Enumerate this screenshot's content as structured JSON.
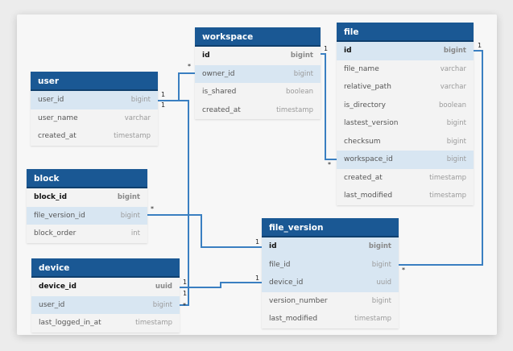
{
  "tables": {
    "user": {
      "title": "user",
      "fields": [
        {
          "name": "user_id",
          "type": "bigint",
          "highlight": true,
          "pk": false
        },
        {
          "name": "user_name",
          "type": "varchar",
          "highlight": false,
          "pk": false
        },
        {
          "name": "created_at",
          "type": "timestamp",
          "highlight": false,
          "pk": false
        }
      ]
    },
    "workspace": {
      "title": "workspace",
      "fields": [
        {
          "name": "id",
          "type": "bigint",
          "highlight": false,
          "pk": true
        },
        {
          "name": "owner_id",
          "type": "bigint",
          "highlight": true,
          "pk": false
        },
        {
          "name": "is_shared",
          "type": "boolean",
          "highlight": false,
          "pk": false
        },
        {
          "name": "created_at",
          "type": "timestamp",
          "highlight": false,
          "pk": false
        }
      ]
    },
    "file": {
      "title": "file",
      "fields": [
        {
          "name": "id",
          "type": "bigint",
          "highlight": true,
          "pk": true
        },
        {
          "name": "file_name",
          "type": "varchar",
          "highlight": false,
          "pk": false
        },
        {
          "name": "relative_path",
          "type": "varchar",
          "highlight": false,
          "pk": false
        },
        {
          "name": "is_directory",
          "type": "boolean",
          "highlight": false,
          "pk": false
        },
        {
          "name": "lastest_version",
          "type": "bigint",
          "highlight": false,
          "pk": false
        },
        {
          "name": "checksum",
          "type": "bigint",
          "highlight": false,
          "pk": false
        },
        {
          "name": "workspace_id",
          "type": "bigint",
          "highlight": true,
          "pk": false
        },
        {
          "name": "created_at",
          "type": "timestamp",
          "highlight": false,
          "pk": false
        },
        {
          "name": "last_modified",
          "type": "timestamp",
          "highlight": false,
          "pk": false
        }
      ]
    },
    "block": {
      "title": "block",
      "fields": [
        {
          "name": "block_id",
          "type": "bigint",
          "highlight": false,
          "pk": true
        },
        {
          "name": "file_version_id",
          "type": "bigint",
          "highlight": true,
          "pk": false
        },
        {
          "name": "block_order",
          "type": "int",
          "highlight": false,
          "pk": false
        }
      ]
    },
    "device": {
      "title": "device",
      "fields": [
        {
          "name": "device_id",
          "type": "uuid",
          "highlight": false,
          "pk": true
        },
        {
          "name": "user_id",
          "type": "bigint",
          "highlight": true,
          "pk": false
        },
        {
          "name": "last_logged_in_at",
          "type": "timestamp",
          "highlight": false,
          "pk": false
        }
      ]
    },
    "file_version": {
      "title": "file_version",
      "fields": [
        {
          "name": "id",
          "type": "bigint",
          "highlight": true,
          "pk": true
        },
        {
          "name": "file_id",
          "type": "bigint",
          "highlight": true,
          "pk": false
        },
        {
          "name": "device_id",
          "type": "uuid",
          "highlight": true,
          "pk": false
        },
        {
          "name": "version_number",
          "type": "bigint",
          "highlight": false,
          "pk": false
        },
        {
          "name": "last_modified",
          "type": "timestamp",
          "highlight": false,
          "pk": false
        }
      ]
    }
  },
  "cardinality": {
    "one": "1",
    "many": "*"
  },
  "colors": {
    "header": "#1a5894",
    "line": "#3a7fc1",
    "highlight": "#d8e6f2"
  }
}
